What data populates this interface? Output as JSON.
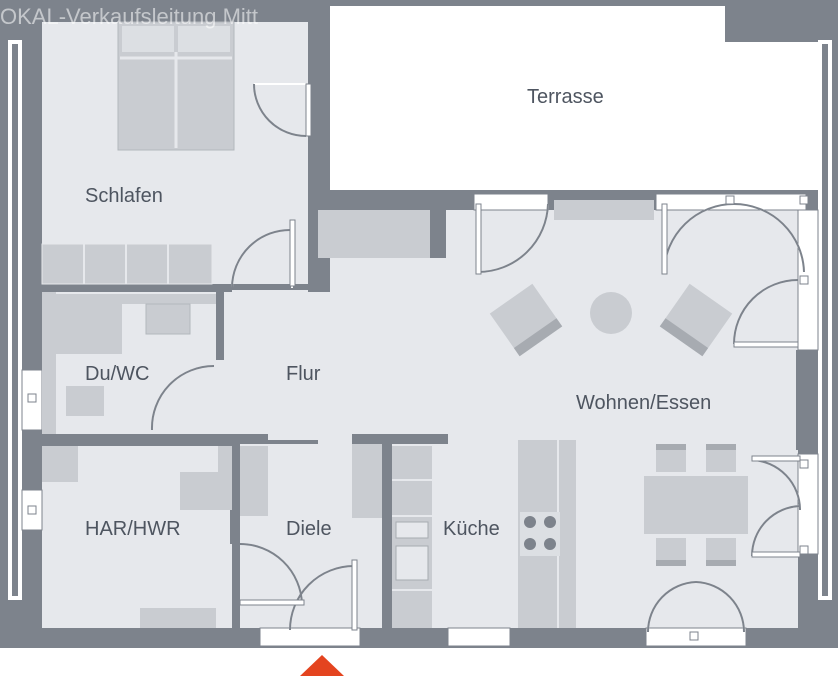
{
  "watermark": "OKAL-Verkaufsleitung Mitt",
  "rooms": {
    "terrasse": "Terrasse",
    "schlafen": "Schlafen",
    "du_wc": "Du/WC",
    "flur": "Flur",
    "wohnen_essen": "Wohnen/Essen",
    "har_hwr": "HAR/HWR",
    "diele": "Diele",
    "kueche": "Küche"
  },
  "colors": {
    "wall": "#7d838c",
    "floor": "#e6e8ec",
    "furniture": "#c9ccd1",
    "entrance_marker": "#e4441f"
  }
}
